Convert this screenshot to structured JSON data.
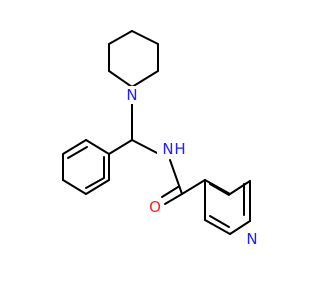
{
  "molecule": {
    "atoms": {
      "piperidine_n": {
        "symbol": "N",
        "color": "#2222ff"
      },
      "amide_n": {
        "symbol": "N",
        "color": "#2222ff"
      },
      "amide_h": {
        "symbol": "H",
        "color": "#2222ff"
      },
      "carbonyl_o": {
        "symbol": "O",
        "color": "#ff2020"
      },
      "pyridine_n": {
        "symbol": "N",
        "color": "#2222ff"
      }
    },
    "rings": [
      "piperidine",
      "benzene",
      "pyridine"
    ]
  }
}
